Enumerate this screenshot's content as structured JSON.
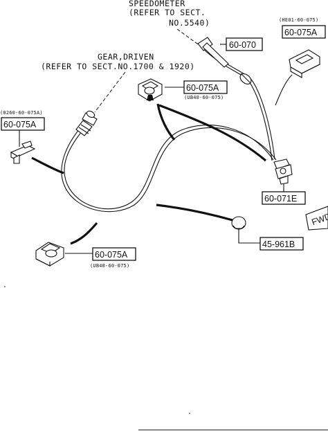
{
  "callouts": {
    "speedometer": {
      "line1": "SPEEDOMETER",
      "line2": "(REFER TO SECT.",
      "line3": "NO.5540)"
    },
    "gear_driven": {
      "line1": "GEAR,DRIVEN",
      "line2": "(REFER TO SECT.NO.1700 & 1920)"
    }
  },
  "parts": {
    "p60_070": {
      "label": "60-070"
    },
    "p60_075A_top_right": {
      "label": "60-075A",
      "note": "(HE01-60-075)"
    },
    "p60_075A_center": {
      "label": "60-075A",
      "note": "(UB40-60-075)"
    },
    "p60_075A_left": {
      "label": "60-075A",
      "note": "(0260-60-075A)"
    },
    "p60_071E": {
      "label": "60-071E"
    },
    "p45_961B": {
      "label": "45-961B"
    },
    "p60_075A_bottom": {
      "label": "60-075A",
      "note": "(UB40-60-075)"
    },
    "fwd": {
      "label": "FWD"
    }
  },
  "colors": {
    "ink": "#111111",
    "paper": "#ffffff"
  }
}
